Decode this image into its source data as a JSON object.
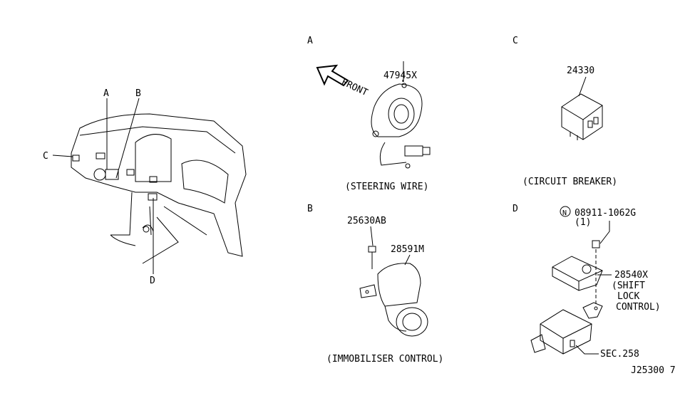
{
  "overview": {
    "callouts": [
      "A",
      "B",
      "C",
      "D"
    ]
  },
  "section_a": {
    "letter": "A",
    "part_number": "47945X",
    "direction": "FRONT",
    "caption": "(STEERING WIRE)"
  },
  "section_b": {
    "letter": "B",
    "bolt_part": "25630AB",
    "part_number": "28591M",
    "caption": "(IMMOBILISER CONTROL)"
  },
  "section_c": {
    "letter": "C",
    "part_number": "24330",
    "caption": "(CIRCUIT  BREAKER)"
  },
  "section_d": {
    "letter": "D",
    "nut_symbol": "N",
    "nut_part": "08911-1062G",
    "nut_qty": "(1)",
    "part_number": "28540X",
    "caption_lines": [
      "(SHIFT",
      "LOCK",
      "CONTROL)"
    ],
    "reference": "SEC.258"
  },
  "diagram_id": "J25300 7"
}
